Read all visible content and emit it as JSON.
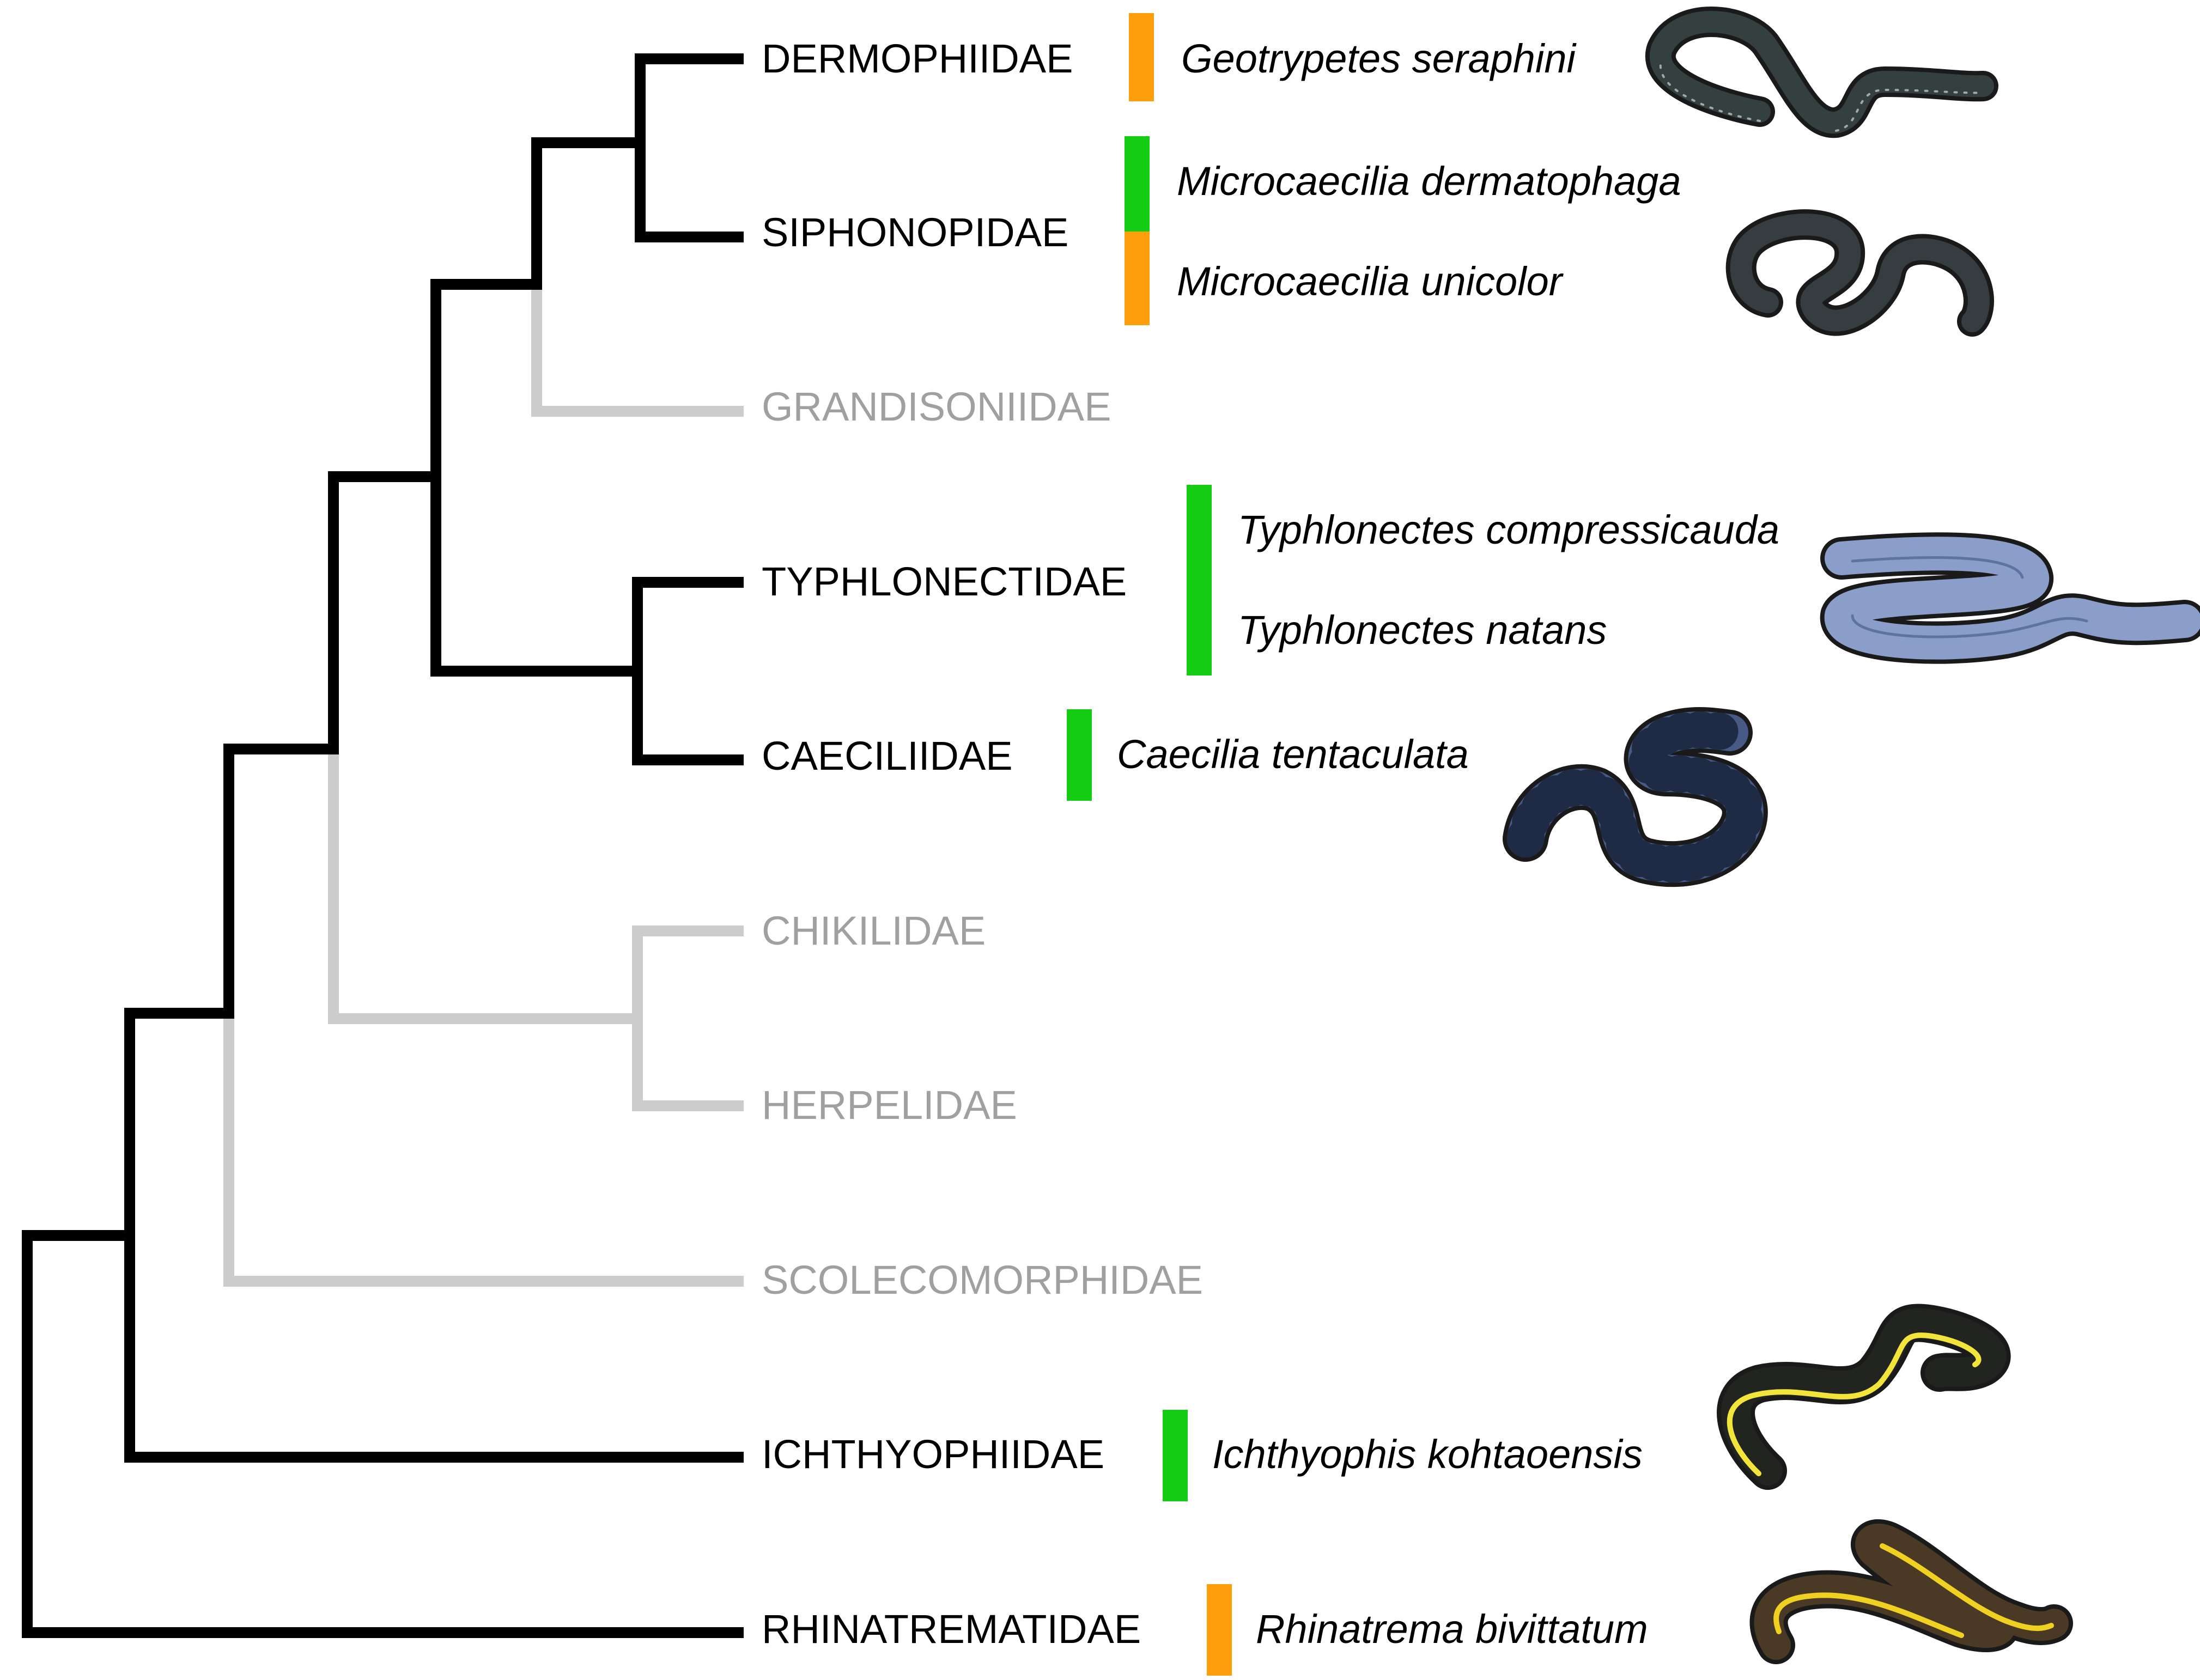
{
  "colors": {
    "active_branch": "#000000",
    "inactive_branch": "#cccccc",
    "active_label": "#000000",
    "inactive_label": "#a0a0a0",
    "marker_green": "#14cc14",
    "marker_orange": "#ff9e0d"
  },
  "families": [
    {
      "name": "DERMOPHIIDAE",
      "active": true
    },
    {
      "name": "SIPHONOPIDAE",
      "active": true
    },
    {
      "name": "GRANDISONIIDAE",
      "active": false
    },
    {
      "name": "TYPHLONECTIDAE",
      "active": true
    },
    {
      "name": "CAECILIIDAE",
      "active": true
    },
    {
      "name": "CHIKILIDAE",
      "active": false
    },
    {
      "name": "HERPELIDAE",
      "active": false
    },
    {
      "name": "SCOLECOMORPHIDAE",
      "active": false
    },
    {
      "name": "ICHTHYOPHIIDAE",
      "active": true
    },
    {
      "name": "RHINATREMATIDAE",
      "active": true
    }
  ],
  "species": [
    {
      "name": "Geotrypetes seraphini",
      "family": "DERMOPHIIDAE",
      "marker": "orange"
    },
    {
      "name": "Microcaecilia dermatophaga",
      "family": "SIPHONOPIDAE",
      "marker": "green"
    },
    {
      "name": "Microcaecilia unicolor",
      "family": "SIPHONOPIDAE",
      "marker": "orange"
    },
    {
      "name": "Typhlonectes compressicauda",
      "family": "TYPHLONECTIDAE",
      "marker": "green"
    },
    {
      "name": "Typhlonectes natans",
      "family": "TYPHLONECTIDAE",
      "marker": "green"
    },
    {
      "name": "Caecilia tentaculata",
      "family": "CAECILIIDAE",
      "marker": "green"
    },
    {
      "name": "Ichthyophis kohtaoensis",
      "family": "ICHTHYOPHIIDAE",
      "marker": "green"
    },
    {
      "name": "Rhinatrema bivittatum",
      "family": "RHINATREMATIDAE",
      "marker": "orange"
    }
  ],
  "illustrations": [
    {
      "name": "dermophiidae-caecilian-illustration",
      "body": "#34403f",
      "accent": "#a0a8a8"
    },
    {
      "name": "siphonopidae-caecilian-illustration",
      "body": "#353d40",
      "accent": "#1a1f21"
    },
    {
      "name": "typhlonectidae-caecilian-illustration",
      "body": "#8a9ec9",
      "accent": "#5f73a0"
    },
    {
      "name": "caeciliidae-caecilian-illustration",
      "body": "#465a85",
      "accent": "#1f2a45"
    },
    {
      "name": "ichthyophiidae-caecilian-illustration",
      "body": "#22251f",
      "accent": "#f2e43a"
    },
    {
      "name": "rhinatrematidae-caecilian-illustration",
      "body": "#4a3a25",
      "accent": "#f0d020"
    }
  ]
}
